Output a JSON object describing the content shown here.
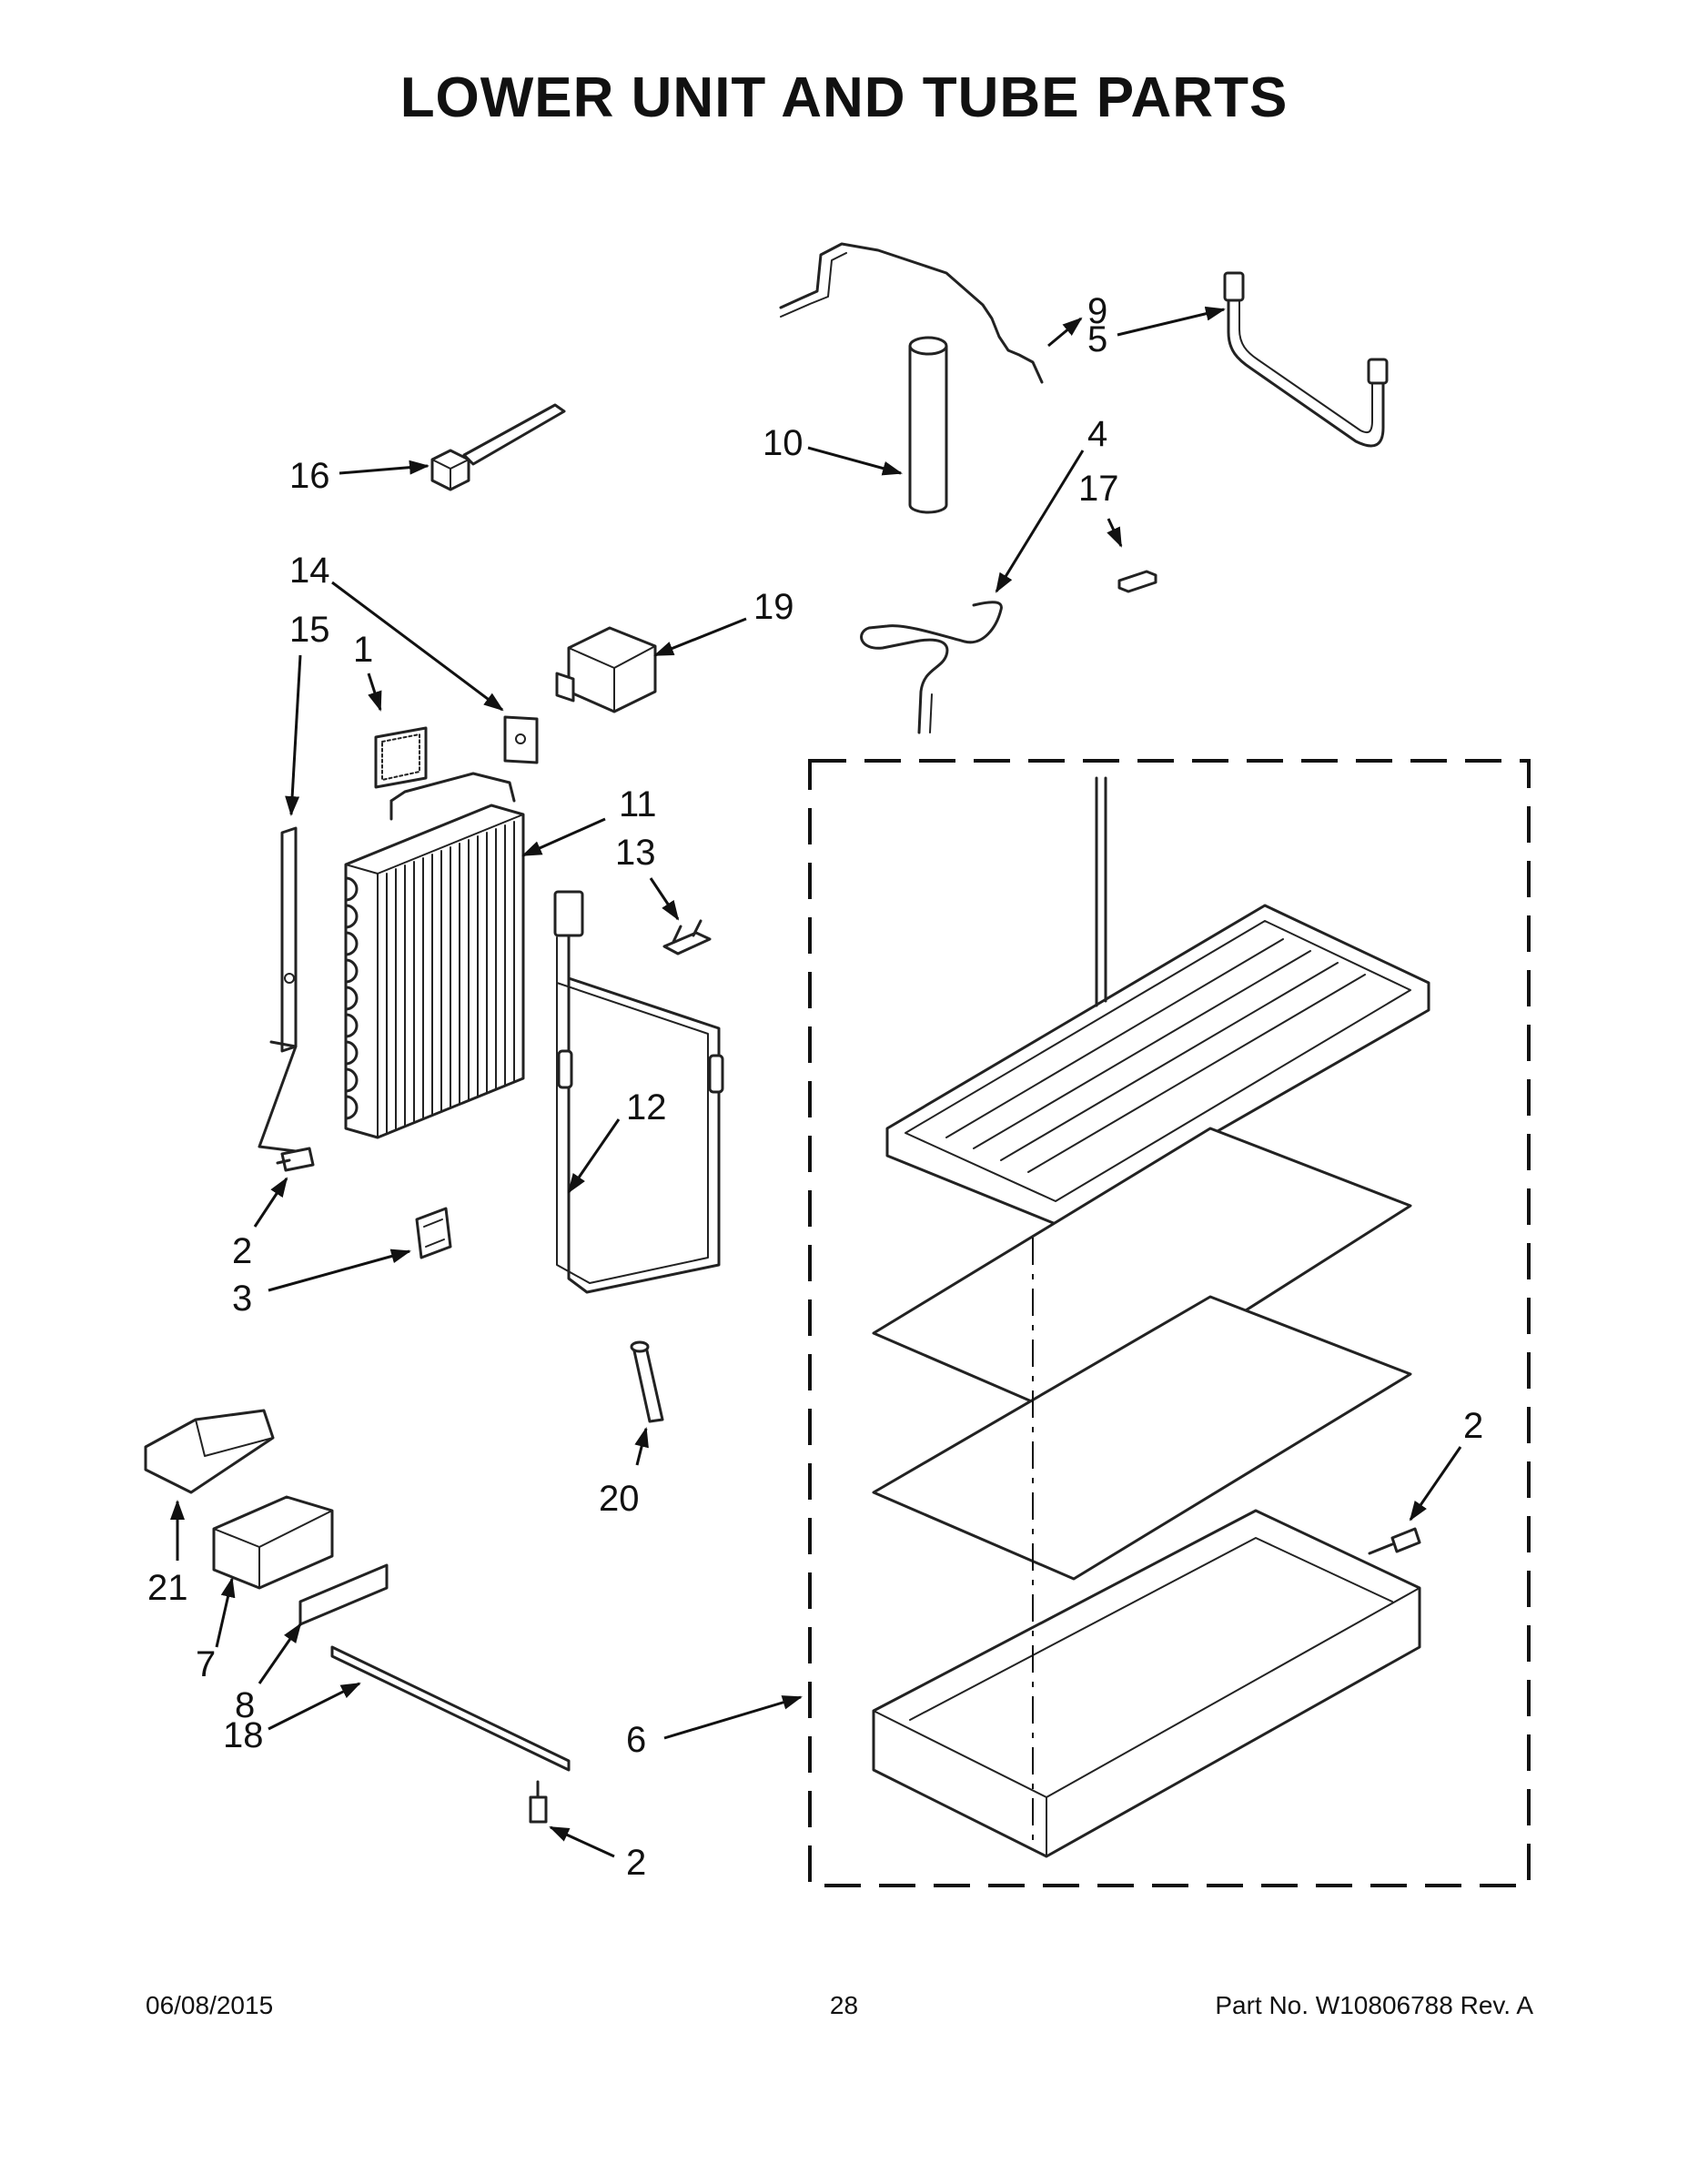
{
  "page": {
    "title": "LOWER UNIT AND TUBE PARTS",
    "footer": {
      "date": "06/08/2015",
      "page_number": "28",
      "part_number": "Part No.  W10806788  Rev.  A"
    }
  },
  "callouts": {
    "c1": "1",
    "c2a": "2",
    "c2b": "2",
    "c2c": "2",
    "c3": "3",
    "c4": "4",
    "c5": "5",
    "c6": "6",
    "c7": "7",
    "c8": "8",
    "c9": "9",
    "c10": "10",
    "c11": "11",
    "c12": "12",
    "c13": "13",
    "c14": "14",
    "c15": "15",
    "c16": "16",
    "c17": "17",
    "c18": "18",
    "c19": "19",
    "c20": "20",
    "c21": "21"
  }
}
